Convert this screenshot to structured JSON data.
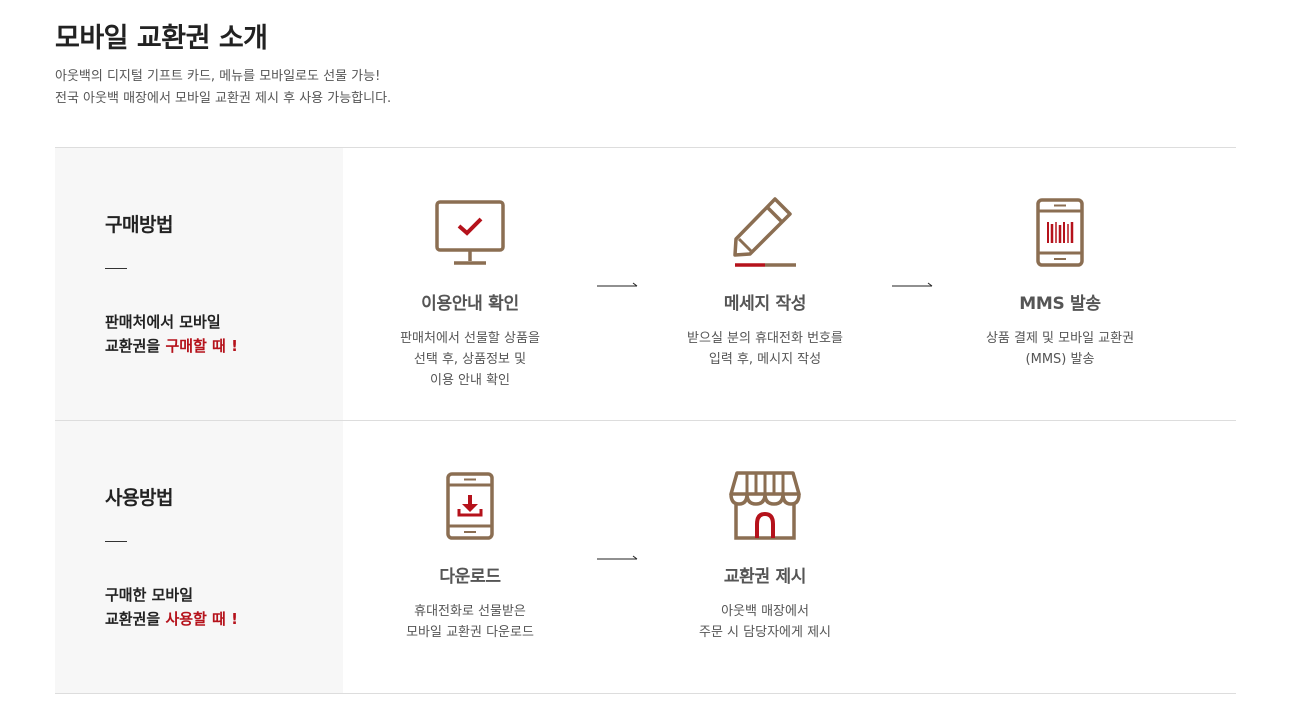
{
  "page": {
    "title": "모바일 교환권 소개",
    "desc_line1": "아웃백의 디지털 기프트 카드, 메뉴를 모바일로도 선물 가능!",
    "desc_line2": "전국 아웃백 매장에서 모바일 교환권 제시 후 사용 가능합니다."
  },
  "purchase": {
    "title": "구매방법",
    "text_line1": "판매처에서 모바일",
    "text_prefix": "교환권을 ",
    "text_highlight": "구매할 때 !",
    "steps": [
      {
        "icon": "monitor-check-icon",
        "title": "이용안내 확인",
        "line1": "판매처에서 선물할 상품을",
        "line2": "선택 후, 상품정보 및",
        "line3": "이용 안내 확인"
      },
      {
        "icon": "pencil-icon",
        "title": "메세지 작성",
        "line1": "받으실 분의 휴대전화 번호를",
        "line2": "입력 후, 메시지 작성"
      },
      {
        "icon": "phone-barcode-icon",
        "title": "MMS 발송",
        "line1": "상품 결제 및 모바일 교환권",
        "line2": "(MMS) 발송"
      }
    ]
  },
  "usage": {
    "title": "사용방법",
    "text_line1": "구매한 모바일",
    "text_prefix": "교환권을 ",
    "text_highlight": "사용할 때 !",
    "steps": [
      {
        "icon": "phone-download-icon",
        "title": "다운로드",
        "line1": "휴대전화로 선물받은",
        "line2": "모바일 교환권 다운로드"
      },
      {
        "icon": "store-icon",
        "title": "교환권 제시",
        "line1": "아웃백 매장에서",
        "line2": "주문 시 담당자에게 제시"
      }
    ]
  },
  "colors": {
    "icon_brown": "#8b6e52",
    "accent_red": "#b5121b",
    "side_bg": "#f7f7f7"
  }
}
